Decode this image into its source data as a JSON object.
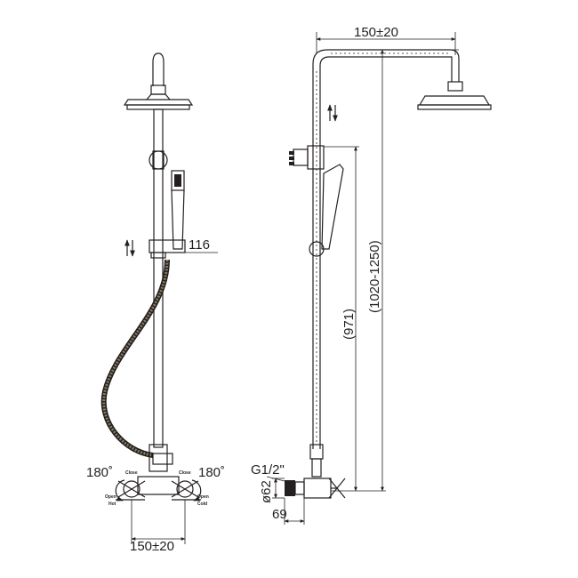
{
  "colors": {
    "ink": "#231f20",
    "background": "#ffffff"
  },
  "front_view": {
    "holder_adjust_label": "116",
    "left_rotation": "180˚",
    "right_rotation": "180˚",
    "base_width": "150±20",
    "left_handle_labels": [
      "Close",
      "Open",
      "Hot"
    ],
    "right_handle_labels": [
      "Close",
      "Open",
      "Cold"
    ]
  },
  "side_view": {
    "arm_reach": "150±20",
    "total_height": "(1020-1250)",
    "holder_height": "(971)",
    "thread": "G1/2\"",
    "diameter": "ø62",
    "depth": "69"
  }
}
